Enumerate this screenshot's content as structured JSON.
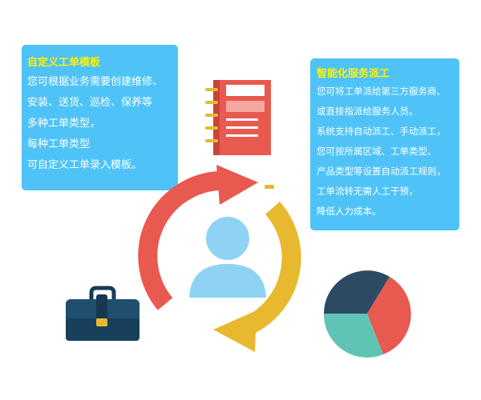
{
  "left_card": {
    "title": "自定义工单模板",
    "lines": [
      "您可根据业务需要创建维修、",
      "安装、送货、巡检、保养等",
      "多种工单类型，",
      "每种工单类型",
      "可自定义工单录入模板。"
    ]
  },
  "right_card": {
    "title": "智能化服务派工",
    "lines": [
      "您可将工单派给第三方服务商、",
      "或直接指派给服务人员。",
      "系统支持自动派工、手动派工，",
      "您可按所属区域、工单类型、",
      "产品类型等设置自动派工规则，",
      "工单流转无需人工干预，",
      "降低人力成本。"
    ]
  },
  "colors": {
    "card_bg": "#4fc3f7",
    "title": "#fff200",
    "arrow_red": "#e8594f",
    "arrow_yellow": "#e8b92f",
    "person": "#8fd3f4",
    "pie_dark": "#2d4a63",
    "pie_red": "#e8594f",
    "pie_teal": "#5fc4b4",
    "briefcase": "#1f4e6e",
    "notebook": "#e8594f"
  },
  "icons": [
    "notebook-icon",
    "user-icon",
    "cycle-arrows-icon",
    "briefcase-icon",
    "pie-chart-icon"
  ]
}
